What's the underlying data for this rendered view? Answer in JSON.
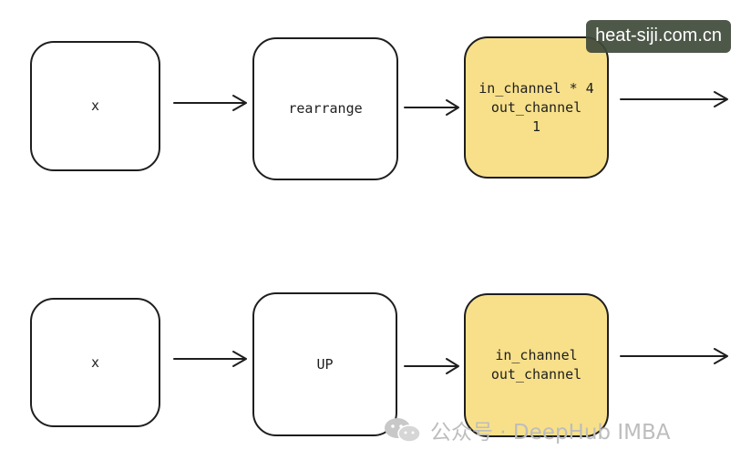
{
  "rows": [
    {
      "nodes": [
        {
          "lines": [
            "x"
          ]
        },
        {
          "lines": [
            "rearrange"
          ]
        },
        {
          "lines": [
            "in_channel * 4",
            "out_channel",
            "1"
          ]
        }
      ]
    },
    {
      "nodes": [
        {
          "lines": [
            "x"
          ]
        },
        {
          "lines": [
            "UP"
          ]
        },
        {
          "lines": [
            "in_channel",
            "out_channel"
          ]
        }
      ]
    }
  ],
  "colors": {
    "stroke": "#1e1e1e",
    "highlight_fill": "#f8e08a",
    "plain_fill": "#ffffff"
  },
  "watermarks": {
    "top": "heat-siji.com.cn",
    "bottom": "公众号 · DeepHub IMBA",
    "bottom_icon": "wechat-icon"
  }
}
